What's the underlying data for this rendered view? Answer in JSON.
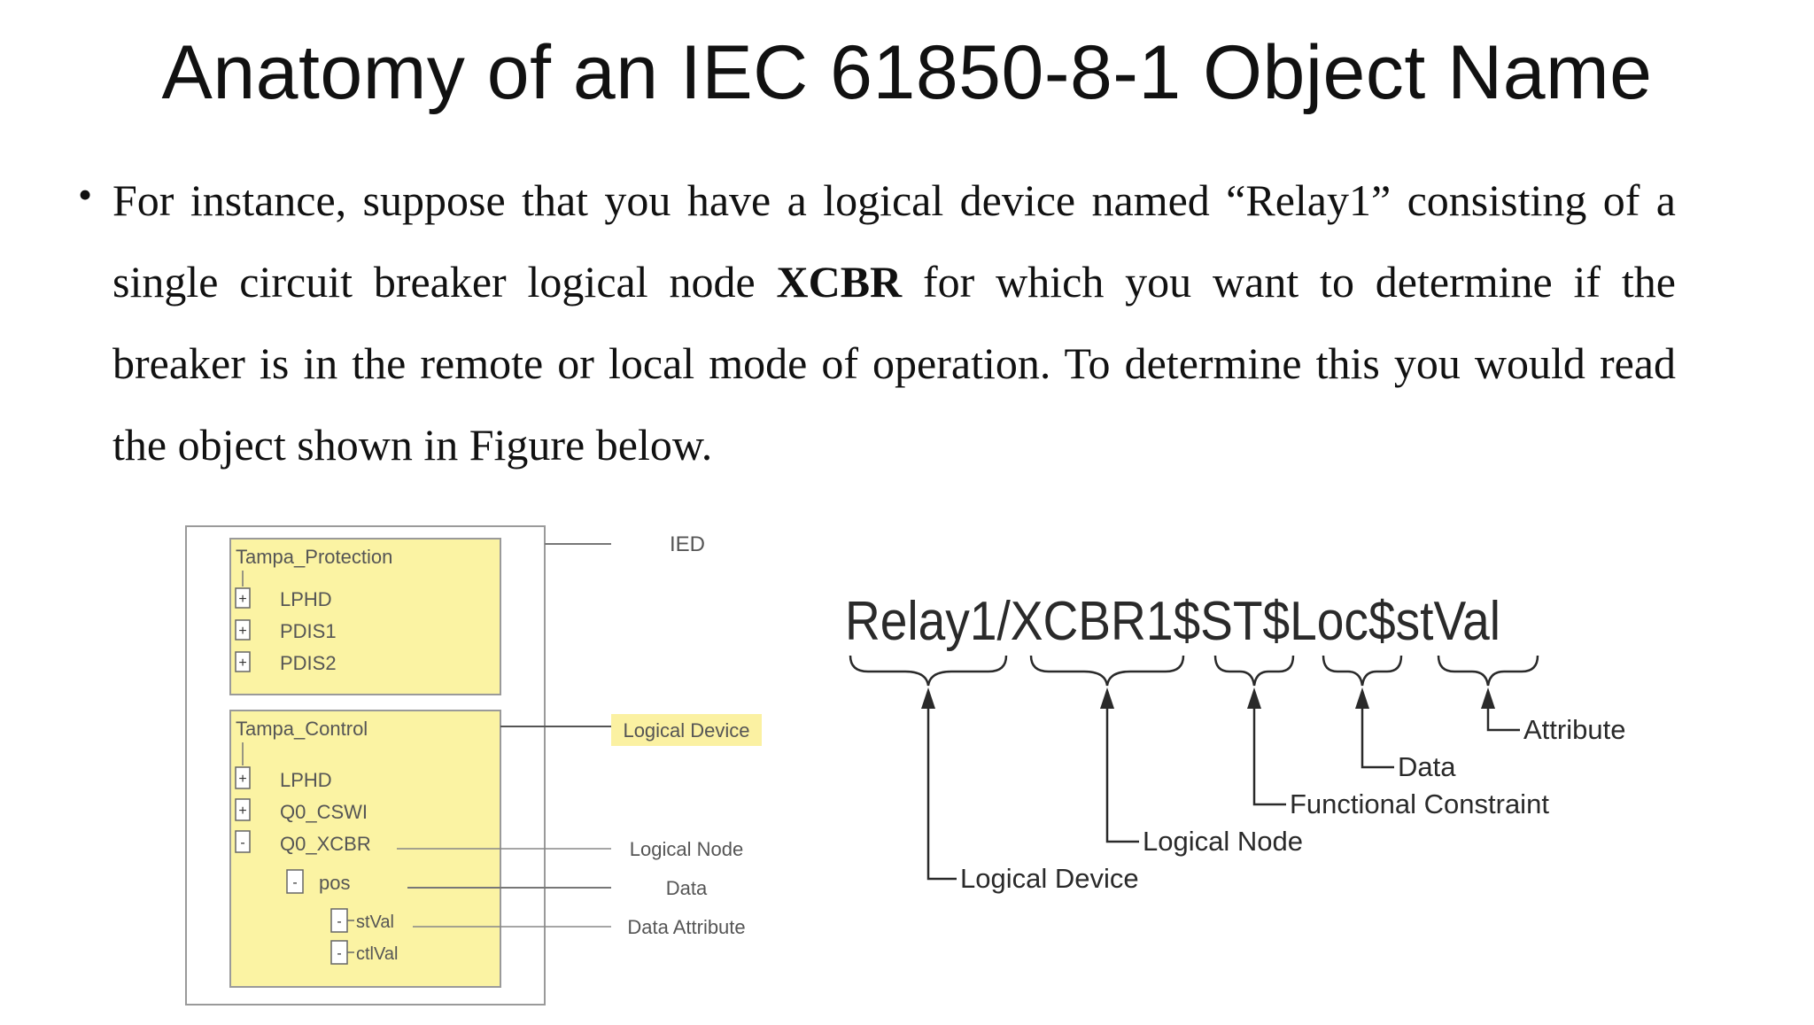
{
  "slide": {
    "title": "Anatomy of an IEC 61850-8-1 Object Name",
    "bullet": "•",
    "paragraph": {
      "before": "For instance, suppose that you have a logical device named “Relay1” consisting of a single circuit breaker logical node ",
      "bold": "XCBR",
      "after": " for which you want to determine if the breaker is in the remote or local mode of operation. To determine this you would read the object shown in Figure below."
    }
  },
  "tree_figure": {
    "device1": {
      "name": "Tampa_Protection",
      "nodes": [
        {
          "toggle": "+",
          "label": "LPHD"
        },
        {
          "toggle": "+",
          "label": "PDIS1"
        },
        {
          "toggle": "+",
          "label": "PDIS2"
        }
      ]
    },
    "device2": {
      "name": "Tampa_Control",
      "nodes": [
        {
          "toggle": "+",
          "label": "LPHD"
        },
        {
          "toggle": "+",
          "label": "Q0_CSWI"
        },
        {
          "toggle": "-",
          "label": "Q0_XCBR"
        }
      ],
      "data": {
        "toggle": "-",
        "label": "pos"
      },
      "attributes": [
        {
          "toggle": "-",
          "label": "stVal"
        },
        {
          "toggle": "-",
          "label": "ctlVal"
        }
      ]
    },
    "callouts": {
      "ied": "IED",
      "logical_device": "Logical Device",
      "logical_node": "Logical Node",
      "data": "Data",
      "data_attribute": "Data Attribute"
    },
    "colors": {
      "box_fill": "#fbf3a3",
      "highlight": "#fbf1a2",
      "border": "#9a9a9a"
    }
  },
  "name_figure": {
    "parts": [
      "Relay1",
      "/",
      "XCBR1",
      "$",
      "ST",
      "$",
      "Loc",
      "$",
      "stVal"
    ],
    "labels": {
      "logical_device": "Logical Device",
      "logical_node": "Logical Node",
      "functional_constraint": "Functional Constraint",
      "data": "Data",
      "attribute": "Attribute"
    }
  }
}
